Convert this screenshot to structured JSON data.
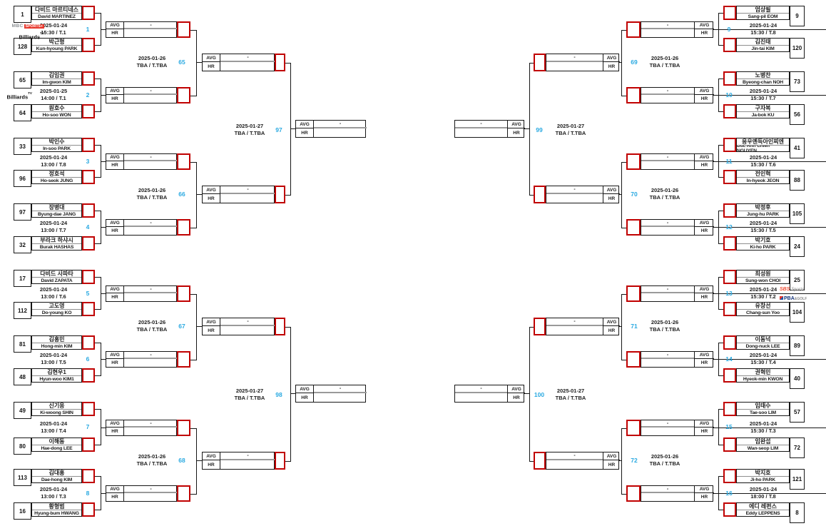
{
  "meta": {
    "colors": {
      "red": "#c00000",
      "blue": "#29a9e1",
      "line": "#161616",
      "divider": "#8f8f8f"
    }
  },
  "labels": {
    "avg": "AVG",
    "hr": "HR",
    "empty_result": "-"
  },
  "broadcasters": {
    "mbc": {
      "part1": "MBC",
      "part2": "SPORTS+"
    },
    "billiards": {
      "part1": "Billiards",
      "part2": "TV"
    },
    "sbs": {
      "part1": "SBS",
      "part2": "Sports"
    },
    "pba": {
      "part1": "PBA",
      "part2": "&GOLF"
    }
  },
  "rounds": {
    "round1": [
      {
        "no": "1",
        "side": "L",
        "slot": 0,
        "date": "2025-01-24",
        "time": "15:30 / T.1",
        "broadcast": [
          "mbc",
          "billiards"
        ],
        "avg": "-",
        "hr": "",
        "p1": {
          "seed": "1",
          "kr": "다비드 마르티네스",
          "en": "David MARTINEZ"
        },
        "p2": {
          "seed": "128",
          "kr": "박근형",
          "en": "Kun-hyoung PARK"
        }
      },
      {
        "no": "2",
        "side": "L",
        "slot": 1,
        "date": "2025-01-25",
        "time": "14:00 / T.1",
        "broadcast": [
          "billiards"
        ],
        "avg": "-",
        "hr": "",
        "p1": {
          "seed": "65",
          "kr": "김임권",
          "en": "Im-gwon KIM"
        },
        "p2": {
          "seed": "64",
          "kr": "원호수",
          "en": "Ho-soo WON"
        }
      },
      {
        "no": "3",
        "side": "L",
        "slot": 2,
        "date": "2025-01-24",
        "time": "13:00 / T.8",
        "avg": "-",
        "hr": "",
        "p1": {
          "seed": "33",
          "kr": "박인수",
          "en": "In-soo PARK"
        },
        "p2": {
          "seed": "96",
          "kr": "정호석",
          "en": "Ho-seok JUNG"
        }
      },
      {
        "no": "4",
        "side": "L",
        "slot": 3,
        "date": "2025-01-24",
        "time": "13:00 / T.7",
        "avg": "-",
        "hr": "",
        "p1": {
          "seed": "97",
          "kr": "장병대",
          "en": "Byung-dae JANG"
        },
        "p2": {
          "seed": "32",
          "kr": "부라크 하샤시",
          "en": "Burak HASHAS"
        }
      },
      {
        "no": "5",
        "side": "L",
        "slot": 4,
        "date": "2025-01-24",
        "time": "13:00 / T.6",
        "avg": "-",
        "hr": "",
        "p1": {
          "seed": "17",
          "kr": "다비드 사파타",
          "en": "David ZAPATA"
        },
        "p2": {
          "seed": "112",
          "kr": "고도영",
          "en": "Do-young KO"
        }
      },
      {
        "no": "6",
        "side": "L",
        "slot": 5,
        "date": "2025-01-24",
        "time": "13:00 / T.5",
        "avg": "-",
        "hr": "",
        "p1": {
          "seed": "81",
          "kr": "김홍민",
          "en": "Hong-min KIM"
        },
        "p2": {
          "seed": "48",
          "kr": "김현우1",
          "en": "Hyun-woo KIM1"
        }
      },
      {
        "no": "7",
        "side": "L",
        "slot": 6,
        "date": "2025-01-24",
        "time": "13:00 / T.4",
        "avg": "-",
        "hr": "",
        "p1": {
          "seed": "49",
          "kr": "신기웅",
          "en": "Ki-woong SHIN"
        },
        "p2": {
          "seed": "80",
          "kr": "이해동",
          "en": "Hae-dong LEE"
        }
      },
      {
        "no": "8",
        "side": "L",
        "slot": 7,
        "date": "2025-01-24",
        "time": "13:00 / T.3",
        "avg": "-",
        "hr": "",
        "p1": {
          "seed": "113",
          "kr": "김대홍",
          "en": "Dae-hong KIM"
        },
        "p2": {
          "seed": "16",
          "kr": "황형범",
          "en": "Hyung-bum HWANG"
        }
      },
      {
        "no": "9",
        "side": "R",
        "slot": 0,
        "date": "2025-01-24",
        "time": "15:30 / T.8",
        "avg": "-",
        "hr": "",
        "p1": {
          "seed": "9",
          "kr": "엄상필",
          "en": "Sang-pil EOM"
        },
        "p2": {
          "seed": "120",
          "kr": "김진태",
          "en": "Jin-tai KIM"
        }
      },
      {
        "no": "10",
        "side": "R",
        "slot": 1,
        "date": "2025-01-24",
        "time": "15:30 / T.7",
        "avg": "-",
        "hr": "",
        "p1": {
          "seed": "73",
          "kr": "노병찬",
          "en": "Byeong-chan NOH"
        },
        "p2": {
          "seed": "56",
          "kr": "구자복",
          "en": "Ja-bok KU"
        }
      },
      {
        "no": "11",
        "side": "R",
        "slot": 2,
        "date": "2025-01-24",
        "time": "15:30 / T.6",
        "avg": "-",
        "hr": "",
        "p1": {
          "seed": "41",
          "kr": "응우옌득아인찌엔",
          "en": "Duc Anh Chien NGUYEN"
        },
        "p2": {
          "seed": "88",
          "kr": "전인혁",
          "en": "In-hyeok JEON"
        }
      },
      {
        "no": "12",
        "side": "R",
        "slot": 3,
        "date": "2025-01-24",
        "time": "15:30 / T.5",
        "avg": "-",
        "hr": "",
        "p1": {
          "seed": "105",
          "kr": "박정후",
          "en": "Jung-hu PARK"
        },
        "p2": {
          "seed": "24",
          "kr": "박기호",
          "en": "Ki-ho PARK"
        }
      },
      {
        "no": "13",
        "side": "R",
        "slot": 4,
        "date": "2025-01-24",
        "time": "15:30 / T.2",
        "broadcast": [
          "sbs",
          "pba"
        ],
        "avg": "-",
        "hr": "",
        "p1": {
          "seed": "25",
          "kr": "최성원",
          "en": "Sung-won CHOI"
        },
        "p2": {
          "seed": "104",
          "kr": "유창선",
          "en": "Chang-sun Yoo"
        }
      },
      {
        "no": "14",
        "side": "R",
        "slot": 5,
        "date": "2025-01-24",
        "time": "15:30 / T.4",
        "avg": "-",
        "hr": "",
        "p1": {
          "seed": "89",
          "kr": "이동넉",
          "en": "Dong-nuck LEE"
        },
        "p2": {
          "seed": "40",
          "kr": "권혁민",
          "en": "Hyeok-min KWON"
        }
      },
      {
        "no": "15",
        "side": "R",
        "slot": 6,
        "date": "2025-01-24",
        "time": "15:30 / T.3",
        "avg": "-",
        "hr": "",
        "p1": {
          "seed": "57",
          "kr": "임태수",
          "en": "Tae-soo LIM"
        },
        "p2": {
          "seed": "72",
          "kr": "임완섭",
          "en": "Wan-seop LIM"
        }
      },
      {
        "no": "16",
        "side": "R",
        "slot": 7,
        "date": "2025-01-24",
        "time": "18:00 / T.8",
        "avg": "-",
        "hr": "",
        "p1": {
          "seed": "121",
          "kr": "박지호",
          "en": "Ji-ho PARK"
        },
        "p2": {
          "seed": "8",
          "kr": "에디 레펀스",
          "en": "Eddy LEPPENS"
        }
      }
    ],
    "round2": [
      {
        "no": "65",
        "side": "L",
        "slot": 0,
        "date": "2025-01-26",
        "time": "TBA / T.TBA",
        "avg": "-",
        "hr": ""
      },
      {
        "no": "66",
        "side": "L",
        "slot": 1,
        "date": "2025-01-26",
        "time": "TBA / T.TBA",
        "avg": "-",
        "hr": ""
      },
      {
        "no": "67",
        "side": "L",
        "slot": 2,
        "date": "2025-01-26",
        "time": "TBA / T.TBA",
        "avg": "-",
        "hr": ""
      },
      {
        "no": "68",
        "side": "L",
        "slot": 3,
        "date": "2025-01-26",
        "time": "TBA / T.TBA",
        "avg": "-",
        "hr": ""
      },
      {
        "no": "69",
        "side": "R",
        "slot": 0,
        "date": "2025-01-26",
        "time": "TBA / T.TBA",
        "avg": "-",
        "hr": ""
      },
      {
        "no": "70",
        "side": "R",
        "slot": 1,
        "date": "2025-01-26",
        "time": "TBA / T.TBA",
        "avg": "-",
        "hr": ""
      },
      {
        "no": "71",
        "side": "R",
        "slot": 2,
        "date": "2025-01-26",
        "time": "TBA / T.TBA",
        "avg": "-",
        "hr": ""
      },
      {
        "no": "72",
        "side": "R",
        "slot": 3,
        "date": "2025-01-26",
        "time": "TBA / T.TBA",
        "avg": "-",
        "hr": ""
      }
    ],
    "round3": [
      {
        "no": "97",
        "side": "L",
        "slot": 0,
        "date": "2025-01-27",
        "time": "TBA / T.TBA",
        "avg": "-",
        "hr": ""
      },
      {
        "no": "98",
        "side": "L",
        "slot": 1,
        "date": "2025-01-27",
        "time": "TBA / T.TBA",
        "avg": "-",
        "hr": ""
      },
      {
        "no": "99",
        "side": "R",
        "slot": 0,
        "date": "2025-01-27",
        "time": "TBA / T.TBA",
        "avg": "-",
        "hr": ""
      },
      {
        "no": "100",
        "side": "R",
        "slot": 1,
        "date": "2025-01-27",
        "time": "TBA / T.TBA",
        "avg": "-",
        "hr": ""
      }
    ]
  }
}
